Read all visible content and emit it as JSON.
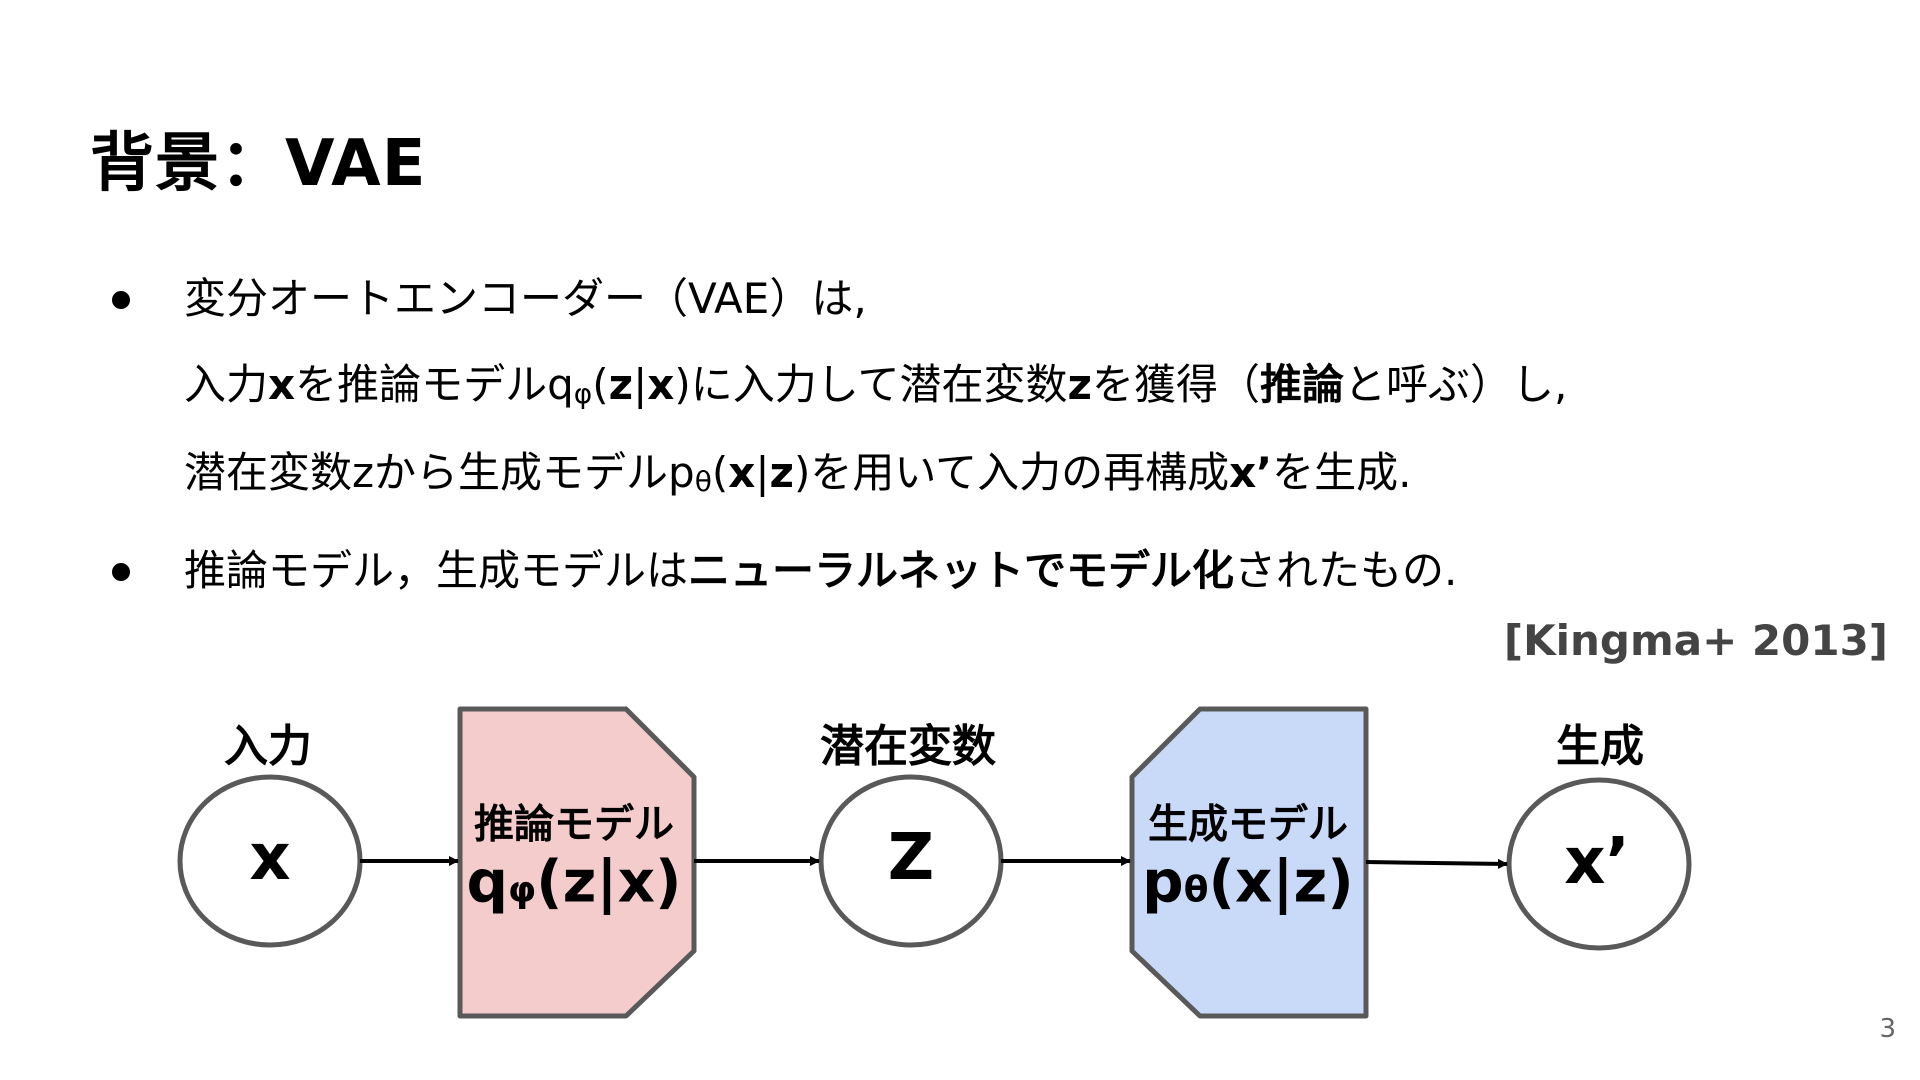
{
  "slide": {
    "title": "背景：VAE",
    "page_number": "3",
    "citation": "[Kingma+ 2013]"
  },
  "bullets": {
    "b1": {
      "line1": "変分オートエンコーダー（VAE）は,",
      "line2": {
        "s1": "入力",
        "x1": "x",
        "s2": "を推論モデルq",
        "phi": "φ",
        "s3": "(",
        "z1": "z",
        "bar": "|",
        "x2": "x",
        "s4": ")に入力して潜在変数",
        "z2": "z",
        "s5": "を獲得（",
        "bold": "推論",
        "s6": "と呼ぶ）し,"
      },
      "line3": {
        "s1": "潜在変数zから生成モデルp",
        "theta": "θ",
        "s2": "(",
        "x1": "x",
        "bar": "|",
        "z1": "z",
        "s3": ")を用いて入力の再構成",
        "xp": "x’",
        "s4": "を生成."
      }
    },
    "b2": {
      "s1": "推論モデル，生成モデルは",
      "bold": "ニューラルネットでモデル化",
      "s2": "されたもの."
    }
  },
  "diagram": {
    "labels": {
      "input": "入力",
      "latent": "潜在変数",
      "generated": "生成"
    },
    "nodes": {
      "x": "x",
      "z": "Z",
      "xp": "x’"
    },
    "encoder": {
      "name": "推論モデル",
      "formula_q": "q",
      "formula_sub": "φ",
      "formula_rest": "(z|x)",
      "color": "#f4cccc"
    },
    "decoder": {
      "name": "生成モデル",
      "formula_p": "p",
      "formula_sub": "θ",
      "formula_rest": "(x|z)",
      "color": "#c9daf8"
    },
    "stroke_color": "#595959"
  }
}
